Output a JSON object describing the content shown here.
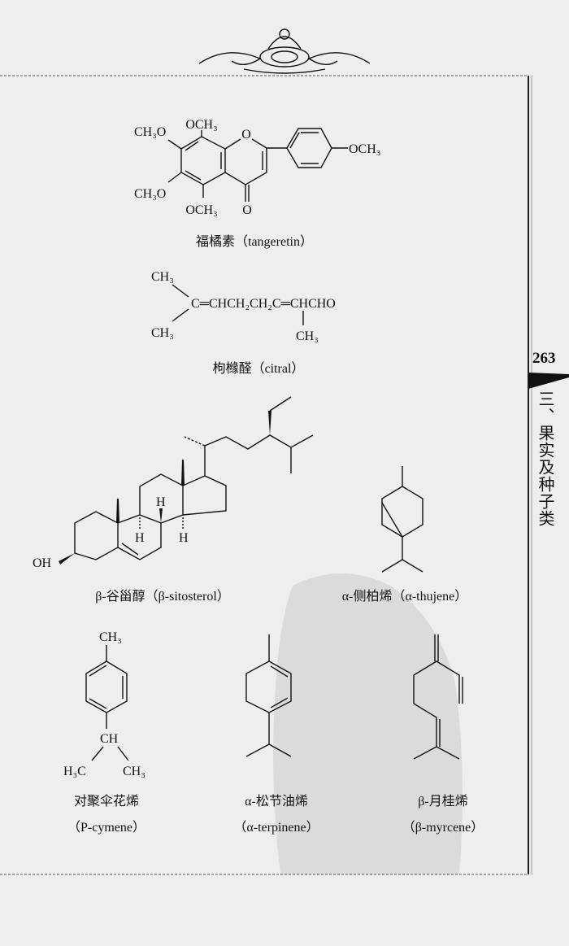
{
  "page": {
    "number": "263",
    "section_title": "三、果实及种子类"
  },
  "compounds": {
    "tangeretin": {
      "labels": {
        "top": "OCH₃",
        "left_upper": "CH₃O",
        "left_lower": "CH₃O",
        "bottom": "OCH₃",
        "ketone": "O",
        "ring_o": "O",
        "para": "OCH₃"
      },
      "caption": "福橘素（tangeretin）"
    },
    "citral": {
      "labels": {
        "ch3_top": "CH₃",
        "ch3_bottom": "CH₃",
        "chain": "C═CHCH₂CH₂C═CHCHO",
        "ch3_branch": "CH₃"
      },
      "caption": "枸橼醛（citral）"
    },
    "sitosterol": {
      "labels": {
        "oh": "OH",
        "h1": "H",
        "h2": "H",
        "h3": "H"
      },
      "caption": "β-谷甾醇（β-sitosterol）"
    },
    "thujene": {
      "caption": "α-侧柏烯（α-thujene）"
    },
    "cymene": {
      "labels": {
        "ch3": "CH₃",
        "ch": "CH",
        "h3c": "H₃C",
        "ch3_right": "CH₃"
      },
      "caption_cn": "对聚伞花烯",
      "caption_en": "（P-cymene）"
    },
    "terpinene": {
      "caption_cn": "α-松节油烯",
      "caption_en": "（α-terpinene）"
    },
    "myrcene": {
      "caption_cn": "β-月桂烯",
      "caption_en": "（β-myrcene）"
    }
  }
}
